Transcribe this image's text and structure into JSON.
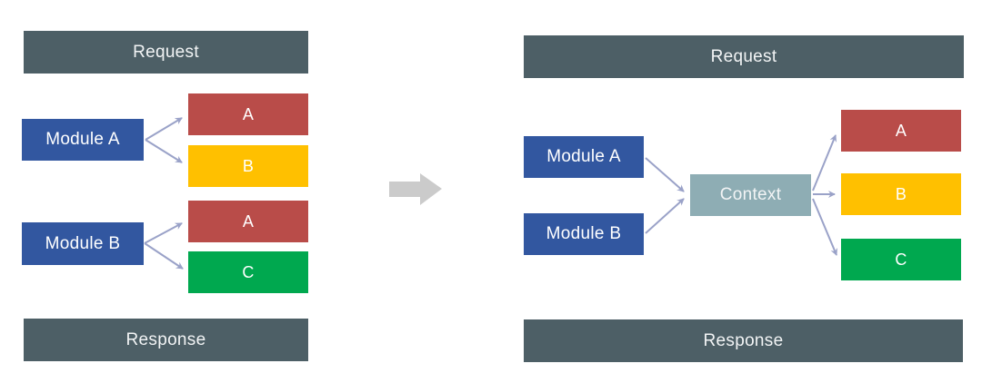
{
  "diagram_title": "",
  "colors": {
    "bar": "#4d5f66",
    "module": "#3257a0",
    "context": "#8eadb4",
    "output_red": "#b94c49",
    "output_yellow": "#ffc000",
    "output_green": "#00a84f",
    "connector_arrow": "#9aa2c8",
    "transition_arrow": "#cbcbcb",
    "text_light": "#f2f4f5"
  },
  "left_diagram": {
    "request_label": "Request",
    "response_label": "Response",
    "module_a_label": "Module A",
    "module_b_label": "Module B",
    "outputs": [
      {
        "label": "A",
        "color": "red"
      },
      {
        "label": "B",
        "color": "yellow"
      },
      {
        "label": "A",
        "color": "red"
      },
      {
        "label": "C",
        "color": "green"
      }
    ]
  },
  "right_diagram": {
    "request_label": "Request",
    "response_label": "Response",
    "module_a_label": "Module A",
    "module_b_label": "Module B",
    "context_label": "Context",
    "outputs": [
      {
        "label": "A",
        "color": "red"
      },
      {
        "label": "B",
        "color": "yellow"
      },
      {
        "label": "C",
        "color": "green"
      }
    ]
  }
}
